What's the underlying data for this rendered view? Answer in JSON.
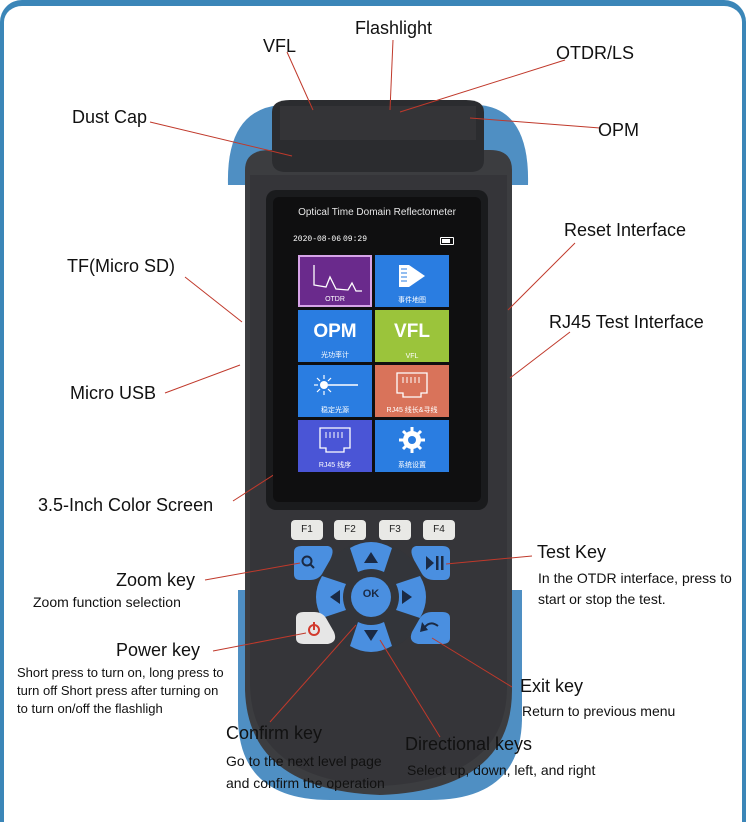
{
  "labels": {
    "vfl": "VFL",
    "flashlight": "Flashlight",
    "otdr_ls": "OTDR/LS",
    "dust_cap": "Dust Cap",
    "opm": "OPM",
    "reset_interface": "Reset Interface",
    "tf_micro_sd": "TF(Micro SD)",
    "rj45_test_interface": "RJ45 Test Interface",
    "micro_usb": "Micro USB",
    "color_screen": "3.5-Inch Color Screen",
    "test_key": "Test Key",
    "test_key_desc": "In the OTDR interface, press to start or stop the test.",
    "zoom_key": "Zoom key",
    "zoom_key_desc": "Zoom function selection",
    "power_key": "Power key",
    "power_key_desc": "Short press to turn on, long press to turn off Short press after turning on to turn on/off the flashligh",
    "exit_key": "Exit key",
    "exit_key_desc": "Return to previous menu",
    "confirm_key": "Confirm key",
    "confirm_key_desc": "Go to the next level page and confirm the operation",
    "directional_keys": "Directional keys",
    "directional_keys_desc": "Select up, down, left, and right"
  },
  "screen": {
    "title": "Optical Time Domain Reflectometer",
    "date": "2020-08-06",
    "time": "09:29",
    "tiles": [
      {
        "caption": "OTDR",
        "color": "#6a2a8c"
      },
      {
        "caption": "事件地图",
        "color": "#2a7de1"
      },
      {
        "caption": "光功率计",
        "big": "OPM",
        "color": "#2a7de1"
      },
      {
        "caption": "VFL",
        "big": "VFL",
        "color": "#9bc43b"
      },
      {
        "caption": "稳定光源",
        "color": "#2a7de1"
      },
      {
        "caption": "RJ45 线长&寻线",
        "color": "#d9735a"
      },
      {
        "caption": "RJ45 线序",
        "color": "#4a55d6"
      },
      {
        "caption": "系统设置",
        "color": "#2a7de1"
      }
    ]
  },
  "keypad": {
    "function_keys": [
      "F1",
      "F2",
      "F3",
      "F4"
    ],
    "ok_label": "OK"
  },
  "colors": {
    "frame_accent": "#3b86b8",
    "bumper_blue": "#4f8fc3",
    "body_dark": "#3c3d40",
    "key_blue": "#4a8fe0",
    "power_red": "#d23a2e"
  }
}
